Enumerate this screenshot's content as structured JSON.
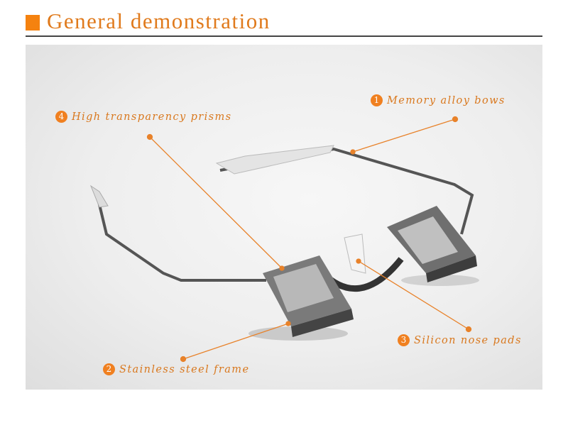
{
  "header": {
    "title": "General demonstration",
    "accent_color": "#f5820f"
  },
  "callouts": [
    {
      "number": "1",
      "text": "Memory alloy bows"
    },
    {
      "number": "2",
      "text": "Stainless steel frame"
    },
    {
      "number": "3",
      "text": "Silicon nose pads"
    },
    {
      "number": "4",
      "text": "High transparency prisms"
    }
  ],
  "line_color": "#e8822a"
}
